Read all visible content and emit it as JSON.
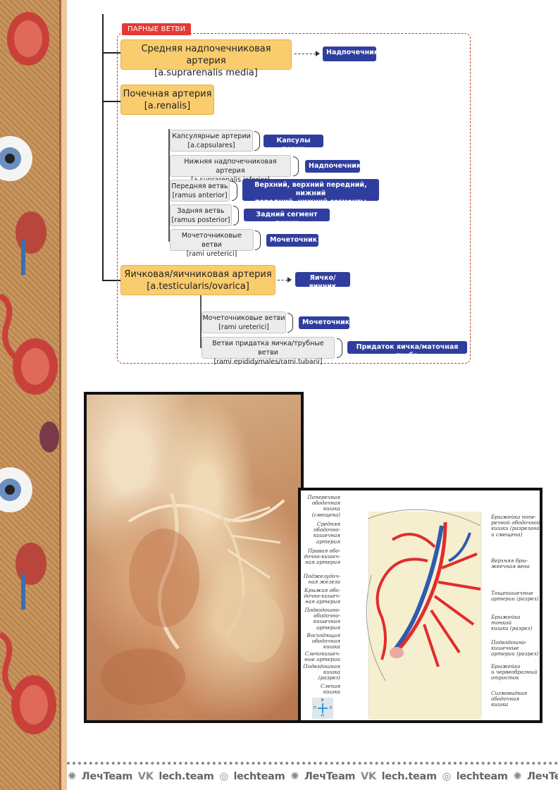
{
  "diagram": {
    "section_tag": "ПАРНЫЕ ВЕТВИ",
    "branches": [
      {
        "title": "Средняя надпочечниковая артерия",
        "latin": "[a.suprarenalis media]",
        "target": "Надпочечник"
      },
      {
        "title": "Почечная артерия",
        "latin": "[a.renalis]"
      },
      {
        "title": "Яичковая/яичниковая артерия",
        "latin": "[a.testicularis/ovarica]",
        "target": "Яичко/яичник"
      }
    ],
    "renal_sub": [
      {
        "title": "Капсулярные артерии",
        "latin": "[a.capsulares]",
        "target": "Капсулы почки"
      },
      {
        "title": "Нижняя надпочечниковая артерия",
        "latin": "[a.suprarenalis inferior]",
        "target": "Надпочечник"
      },
      {
        "title": "Передняя ветвь",
        "latin": "[ramus anterior]",
        "target1": "Верхний, верхний передний, нижний",
        "target2": "передний, нижний сегменты почки"
      },
      {
        "title": "Задняя ветвь",
        "latin": "[ramus posterior]",
        "target": "Задний сегмент почки"
      },
      {
        "title": "Мочеточниковые ветви",
        "latin": "[rami ureterici]",
        "target": "Мочеточник"
      }
    ],
    "testicular_sub": [
      {
        "title": "Мочеточниковые ветви",
        "latin": "[rami ureterici]",
        "target": "Мочеточник"
      },
      {
        "title": "Ветви придатка яичка/трубные ветви",
        "latin": "[rami epididymales/rami tubarii]",
        "target": "Придаток яичка/маточная труба"
      }
    ]
  },
  "illustration": {
    "left_labels": [
      "Поперечная\nободочная\nкишка\n(смещена)",
      "Средняя\nободочно-\nкишечная\nартерия",
      "Правая обо-\nдочно-кишеч-\nная артерия",
      "Поджелудоч-\nная железа",
      "Крыжая обо-\nдочно-кишеч-\nная артерия",
      "Подвздошно-\nободочно-\nкишечная\nартерия",
      "Восходящая\nободочная\nкишка",
      "Слепокишеч-\nные артерии",
      "Подвздошная\nкишка\n(разрез)",
      "Слепая кишка"
    ],
    "right_labels": [
      "Брыжейка попе-\nречной ободочной\nкишки (разрезана\nи смещена)",
      "Верхняя бры-\nжеечная вена",
      "Тощекишечные\nартерии (разрез)",
      "Брыжейка тонкой\nкишки (разрез)",
      "Подвздошно-\nкишечные\nартерии (разрез)",
      "Брыжейка\nи червеобразный\nотросток",
      "Сигмовидная\nободочная\nкишка"
    ],
    "compass": {
      "top": "В",
      "left": "П",
      "right": "Л",
      "bottom": "Н"
    }
  },
  "footer": {
    "items": [
      "ЛечTeam",
      "lech.team",
      "lechteam",
      "ЛечTeam",
      "lech.team",
      "lechteam",
      "ЛечTeam"
    ]
  },
  "colors": {
    "main_box": "#f9cc6e",
    "target_box": "#2f3e9e",
    "tag": "#e53935",
    "frame": "#c0392b"
  }
}
